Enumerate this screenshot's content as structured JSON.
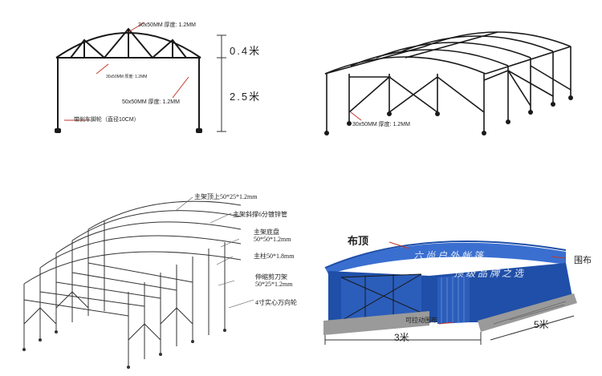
{
  "panel_front": {
    "top_label": "30x50MM 厚度: 1.2MM",
    "truss_label": "30x50MM 厚度: 1.2MM",
    "column_label": "50x50MM 厚度: 1.2MM",
    "wheel_label": "带刹车脚轮（直径10CM）",
    "dim_upper": "0.4米",
    "dim_lower": "2.5米"
  },
  "panel_perspective": {
    "label": "30x50MM 厚度: 1.2MM"
  },
  "panel_skeleton": {
    "labels": [
      "主架顶上50*25*1.2mm",
      "主架斜撑6分镀锌管",
      "主架底盘",
      "50*50*1.2mm",
      "主柱50*1.8mm",
      "伸缩剪刀架",
      "50*25*1.2mm",
      "4寸实心万向轮"
    ]
  },
  "panel_covered": {
    "roof_label": "布顶",
    "wall_label": "围布",
    "door_label": "可拉动围布",
    "width_label": "3米",
    "length_label": "5米",
    "watermark_line1": "六 尚 户 外 帐 篷",
    "watermark_line2": "顶 级 品 牌 之 选"
  },
  "colors": {
    "frame": "#1a1a1a",
    "canvas_blue": "#1f4fa8",
    "canvas_blue_light": "#3a6fd0",
    "arrow_red": "#c0392b"
  }
}
